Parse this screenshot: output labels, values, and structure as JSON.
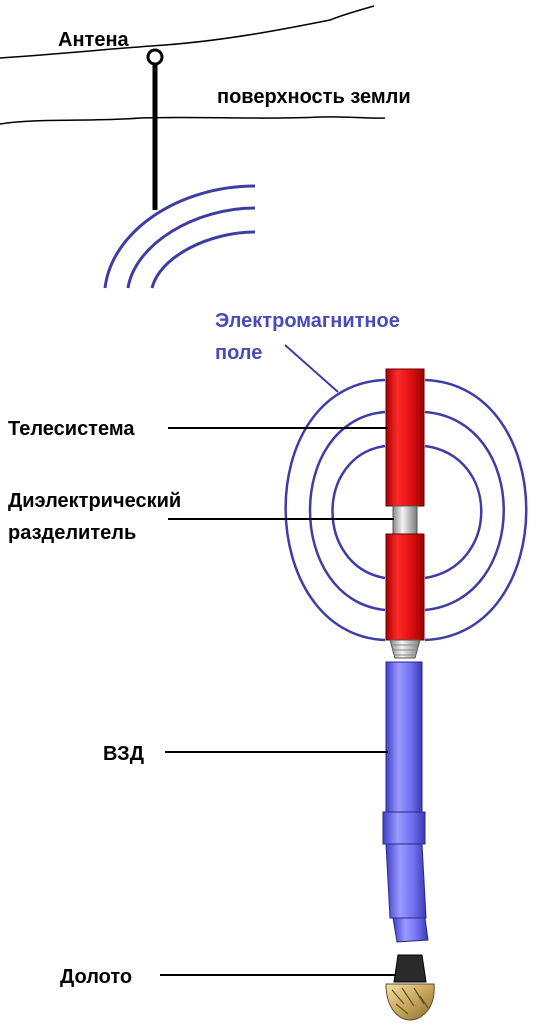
{
  "labels": {
    "antenna": "Антена",
    "ground_surface": "поверхность земли",
    "em_field_line1": "Электромагнитное",
    "em_field_line2": "поле",
    "telesystem": "Телесистема",
    "dielectric_line1": "Диэлектрический",
    "dielectric_line2": "разделитель",
    "motor": "ВЗД",
    "bit": "Долото"
  },
  "colors": {
    "field_wave": "#3d3da6",
    "field_label": "#4a4ab8",
    "telesystem_body": "#e01010",
    "motor_body": "#6f6ff0",
    "separator": "#d8d8d8",
    "bit_cutters": "#c8a860",
    "line": "#000000"
  },
  "icons": {
    "antenna_tip": "antenna-circle-icon",
    "drill_bit": "drill-bit-icon"
  }
}
